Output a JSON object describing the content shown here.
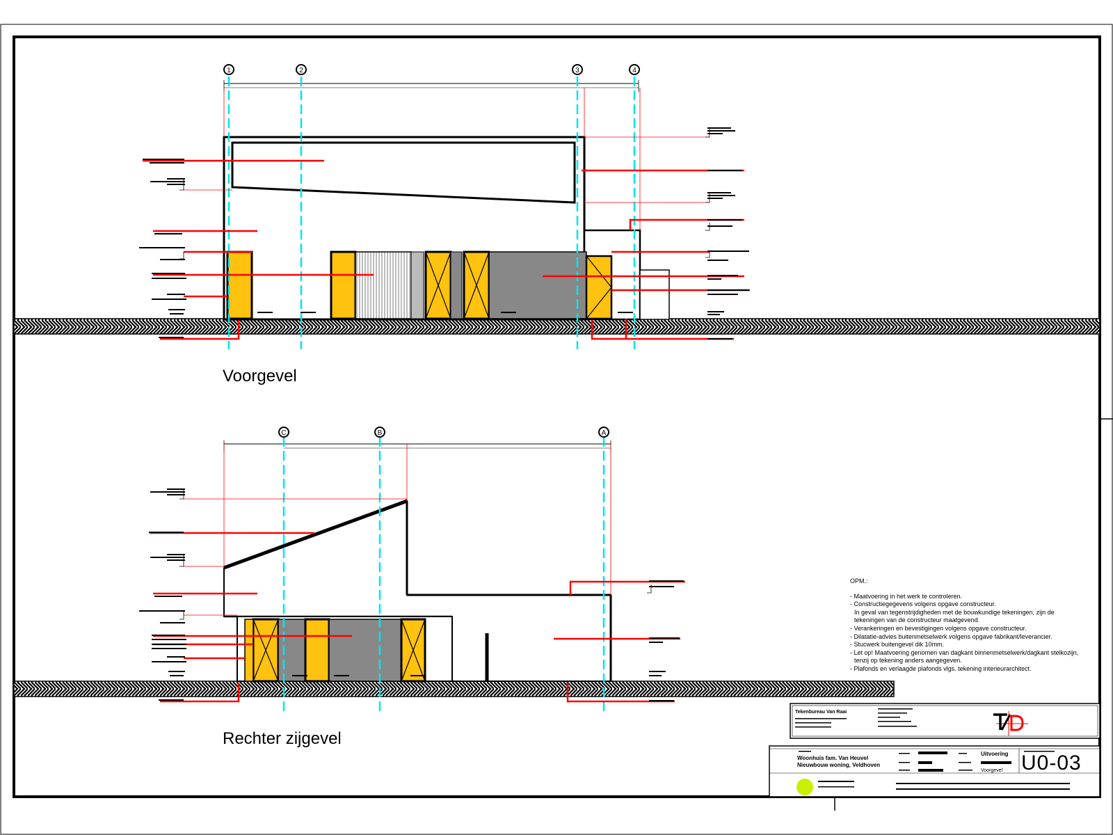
{
  "views": {
    "front": {
      "title": "Voorgevel",
      "grid": [
        "1",
        "2",
        "3",
        "4"
      ]
    },
    "side": {
      "title": "Rechter zijgevel",
      "grid": [
        "C",
        "B",
        "A"
      ]
    }
  },
  "notes": {
    "heading": "OPM.:",
    "lines": [
      "- Maatvoering in het werk te controleren.",
      "- Constructiegegevens volgens opgave constructeur.",
      "In geval van tegenstrijdigheden met de bouwkundige tekeningen, zijn de",
      "tekeningen van de constructeur maatgevend.",
      "- Verankeringen en bevestigingen volgens opgave constructeur.",
      "- Dilatatie-advies buitenmetselwerk volgens opgave fabrikant/leverancier.",
      "- Stucwerk buitengevel dik 10mm.",
      "- Let op! Maatvoering genomen van dagkant binnenmetselwerk/dagkant stelkozijn,",
      "tenzij op tekening anders aangegeven.",
      "- Plafonds en verlaagde plafonds vlgs. tekening interieurarchitect."
    ]
  },
  "titleblock": {
    "office": "Tekenbureau Van Raai",
    "project_line1": "Woonhuis fam. Van Heuvel",
    "project_line2": "Nieuwbouw woning, Veldhoven",
    "status": "Uitvoering",
    "sheet": "Voorgevel",
    "drawing_number": "U0-03"
  },
  "colors": {
    "frame": "#000000",
    "grid": "#00e5ee",
    "leader": "#ff0000",
    "door": "#ffc20e",
    "glass": "#888888",
    "logo": "#c8f000"
  }
}
